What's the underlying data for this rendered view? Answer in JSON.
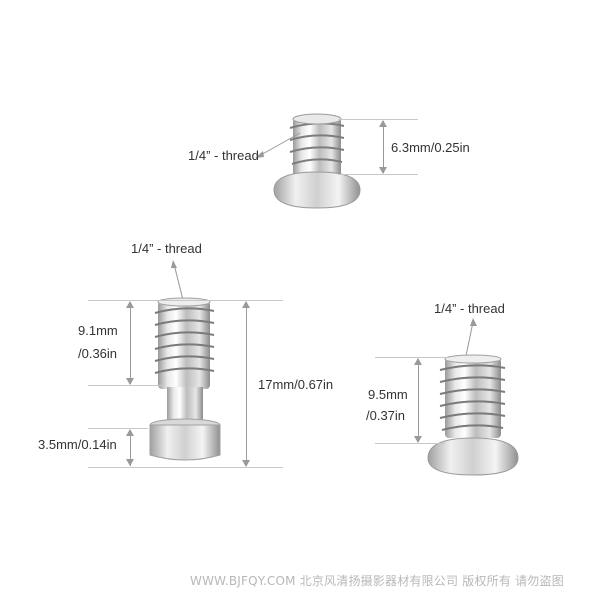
{
  "screws": [
    {
      "id": "short-screw-top",
      "thread_label": "1/4”  - thread",
      "dimension_label": "6.3mm/0.25in"
    },
    {
      "id": "long-screw-left",
      "thread_label": "1/4”  - thread",
      "thread_length_mm": "9.1mm",
      "thread_length_in": "/0.36in",
      "total_length": "17mm/0.67in",
      "head_height": "3.5mm/0.14in"
    },
    {
      "id": "medium-screw-right",
      "thread_label": "1/4”  - thread",
      "length_mm": "9.5mm",
      "length_in": "/0.37in"
    }
  ],
  "watermark": "WWW.BJFQY.COM 北京风清扬摄影器材有限公司 版权所有 请勿盗图",
  "colors": {
    "background": "#ffffff",
    "text": "#333333",
    "dimension_line": "#999999",
    "metal_light": "#f2f2f2",
    "metal_dark": "#8a8a8a"
  }
}
